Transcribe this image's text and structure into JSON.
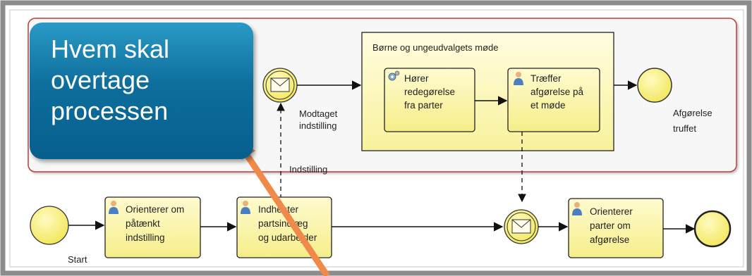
{
  "callout": {
    "lines": [
      "Hvem skal",
      "overtage",
      "processen"
    ]
  },
  "subprocess": {
    "title": "Børne og ungeudvalgets møde"
  },
  "tasks": {
    "orient_paataenkt": [
      "Orienterer om",
      "påtænkt",
      "indstilling"
    ],
    "indhenter": [
      "Indhenter",
      "partsindlæg",
      "og udarbejder"
    ],
    "hoerer": [
      "Hører",
      "redegørelse",
      "fra parter"
    ],
    "traeffer": [
      "Træffer",
      "afgørelse på",
      "et møde"
    ],
    "orient_parter": [
      "Orienterer",
      "parter om",
      "afgørelse"
    ]
  },
  "events": {
    "start": "Start",
    "modtaget": [
      "Modtaget",
      "indstilling"
    ],
    "afgoerelse": [
      "Afgørelse",
      "truffet"
    ]
  },
  "flows": {
    "indstilling": "Indstilling"
  },
  "colors": {
    "task_fill": "#fbf6a4",
    "event_fill": "#f7f07a",
    "pool_border": "#c23b3b",
    "callout": "#0e6e9c",
    "arrow": "#f08a4b"
  }
}
